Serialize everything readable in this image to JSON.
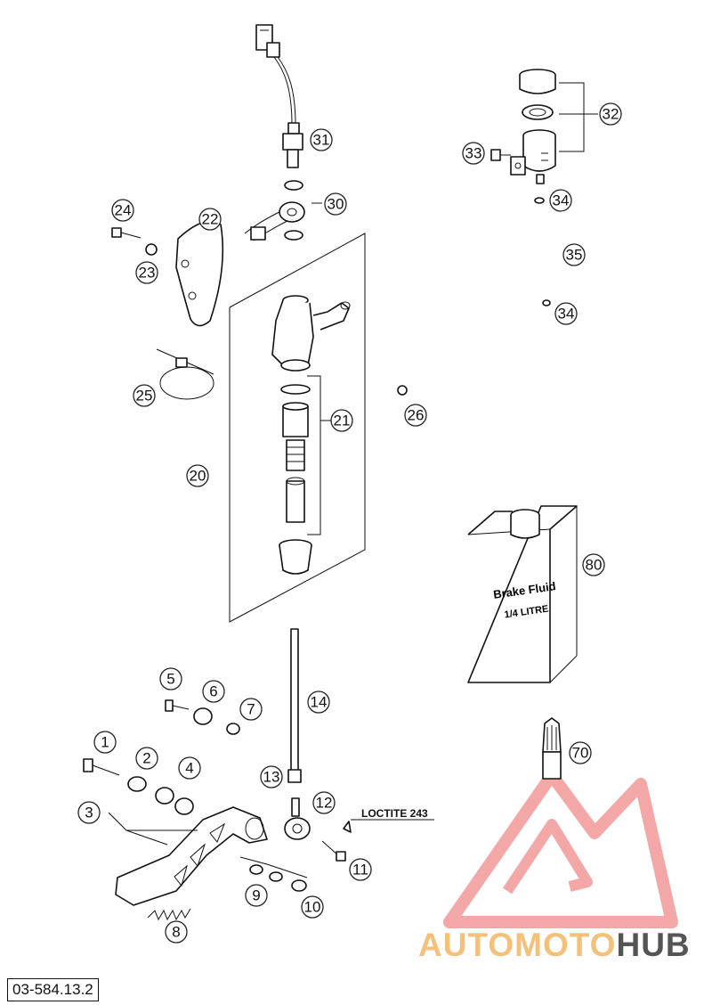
{
  "document_code": "03-584.13.2",
  "loctite_label": "LOCTITE 243",
  "bottle": {
    "line1": "Brake Fluid",
    "line2": "1/4 LITRE"
  },
  "watermark": {
    "part1": "AUTOMOTO",
    "part2": "HUB"
  },
  "callouts": {
    "c1": "1",
    "c2": "2",
    "c3": "3",
    "c4": "4",
    "c5": "5",
    "c6": "6",
    "c7": "7",
    "c8": "8",
    "c9": "9",
    "c10": "10",
    "c11": "11",
    "c12": "12",
    "c13": "13",
    "c14": "14",
    "c20": "20",
    "c21": "21",
    "c22": "22",
    "c23": "23",
    "c24": "24",
    "c25": "25",
    "c26": "26",
    "c30": "30",
    "c31": "31",
    "c32": "32",
    "c33": "33",
    "c34a": "34",
    "c34b": "34",
    "c35": "35",
    "c70": "70",
    "c80": "80"
  },
  "colors": {
    "watermark_red": "#f08a8a",
    "watermark_orange": "#f5c07a",
    "watermark_grey": "#555555"
  }
}
